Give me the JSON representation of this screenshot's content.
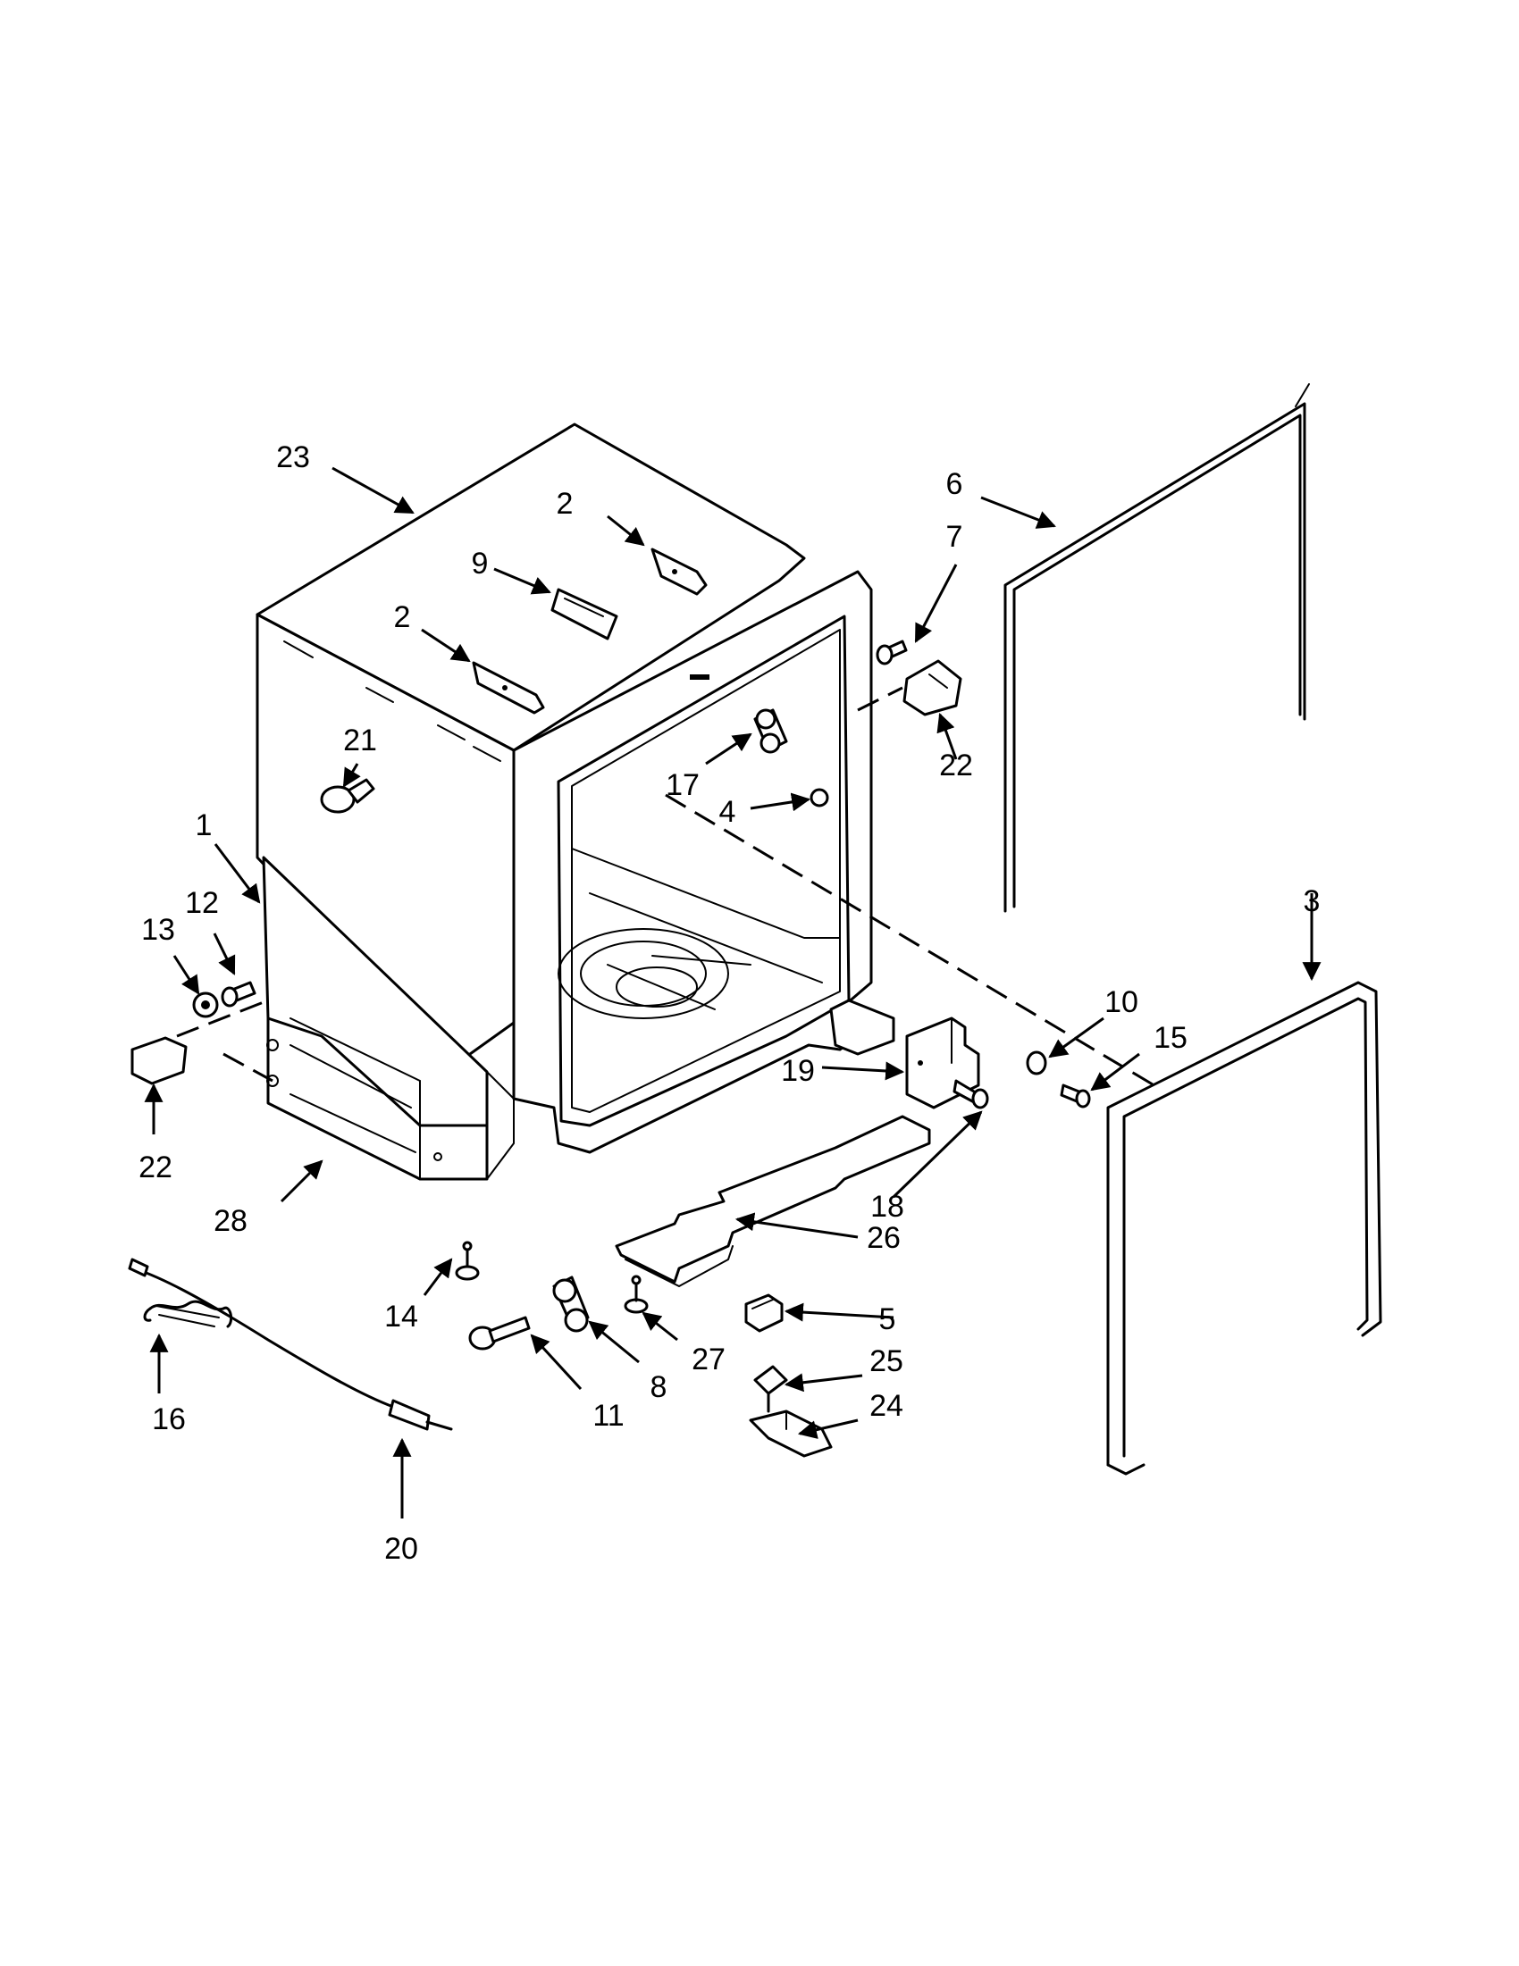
{
  "callouts": {
    "c1": "1",
    "c2a": "2",
    "c2b": "2",
    "c3": "3",
    "c4": "4",
    "c5": "5",
    "c6": "6",
    "c7": "7",
    "c8": "8",
    "c9": "9",
    "c10": "10",
    "c11": "11",
    "c12": "12",
    "c13": "13",
    "c14": "14",
    "c15": "15",
    "c16": "16",
    "c17": "17",
    "c18": "18",
    "c19": "19",
    "c20": "20",
    "c21": "21",
    "c22a": "22",
    "c22b": "22",
    "c23": "23",
    "c24": "24",
    "c25": "25",
    "c26": "26",
    "c27": "27",
    "c28": "28"
  }
}
